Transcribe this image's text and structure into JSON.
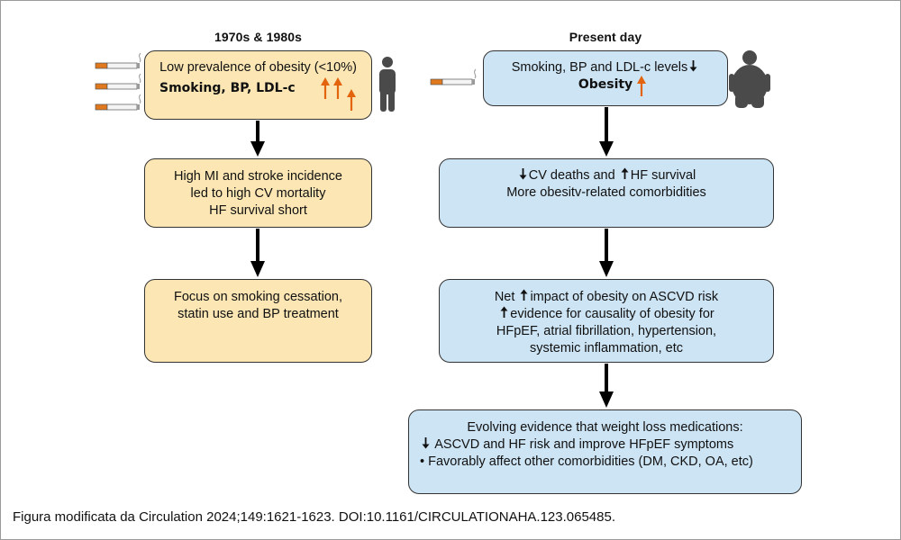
{
  "headings": {
    "left": "1970s & 1980s",
    "right": "Present day"
  },
  "left": {
    "box1": {
      "line1": "Low prevalence of obesity (<10%)",
      "line2": "Smoking, BP, LDL-c"
    },
    "box2": {
      "line1": "High MI and stroke incidence",
      "line2": "led to high CV mortality",
      "line3": "HF survival short"
    },
    "box3": {
      "line1": "Focus on smoking cessation,",
      "line2": "statin use and BP treatment"
    }
  },
  "right": {
    "box1": {
      "line1": "Smoking, BP and LDL-c levels",
      "line2": "Obesity"
    },
    "box2": {
      "line1_a": "CV deaths and",
      "line1_b": "HF survival",
      "line2": "More obesitv-related comorbidities"
    },
    "box3": {
      "line1_a": "Net",
      "line1_b": "impact of obesity on ASCVD risk",
      "line2": "evidence for causality of obesity for",
      "line3": "HFpEF, atrial fibrillation, hypertension,",
      "line4": "systemic inflammation, etc"
    },
    "box4": {
      "line1": "Evolving evidence that weight loss medications:",
      "line2": "ASCVD and HF risk and improve HFpEF symptoms",
      "line3": "Favorably affect other comorbidities (DM, CKD, OA, etc)"
    }
  },
  "caption": "Figura modificata da Circulation 2024;149:1621-1623. DOI:10.1161/CIRCULATIONAHA.123.065485.",
  "colors": {
    "tan_box": "#fbe6b4",
    "blue_box": "#cde4f4",
    "up_arrow": "#e3640d",
    "flow_arrow": "#000000",
    "person": "#4a4a4a"
  },
  "icons": {
    "left_cigarettes": [
      "cigarette-icon",
      "cigarette-icon",
      "cigarette-icon"
    ],
    "right_cigarette": "cigarette-icon",
    "left_person": "slim-person-icon",
    "right_person": "obese-person-icon"
  }
}
